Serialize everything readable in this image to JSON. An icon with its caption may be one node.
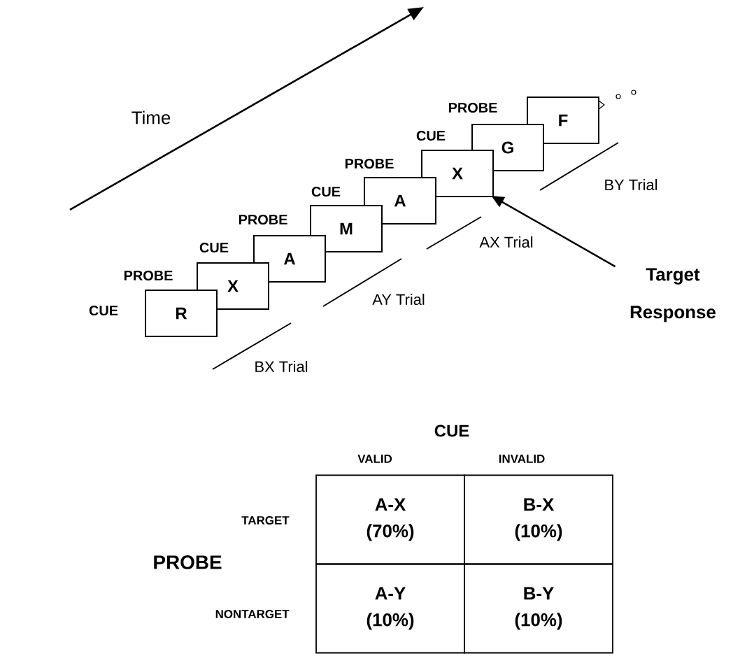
{
  "diagram": {
    "nodes": [
      {
        "text": [
          "R"
        ]
      },
      {
        "text": [
          "X"
        ]
      },
      {
        "text": [
          "A"
        ]
      },
      {
        "text": [
          "M"
        ]
      },
      {
        "text": [
          "A"
        ]
      },
      {
        "text": [
          "X"
        ]
      },
      {
        "text": [
          "G"
        ]
      },
      {
        "text": [
          "F"
        ]
      },
      {
        "text": [
          "Target Response"
        ]
      }
    ],
    "edges": [
      {
        "from": 8,
        "to": 5,
        "arrow": "to"
      }
    ],
    "labels": [
      "Time",
      "PROBE",
      "CUE",
      "PROBE",
      "BY Trial",
      "CUE",
      "PROBE",
      "AX Trial",
      "CUE",
      "PROBE",
      "AY Trial",
      "CUE",
      "BX Trial",
      "CUE",
      "VALID",
      "INVALID",
      "TARGET",
      "A-X (70%)",
      "B-X (10%)",
      "PROBE",
      "NONTARGET",
      "A-Y (10%)",
      "B-Y (10%)"
    ]
  }
}
